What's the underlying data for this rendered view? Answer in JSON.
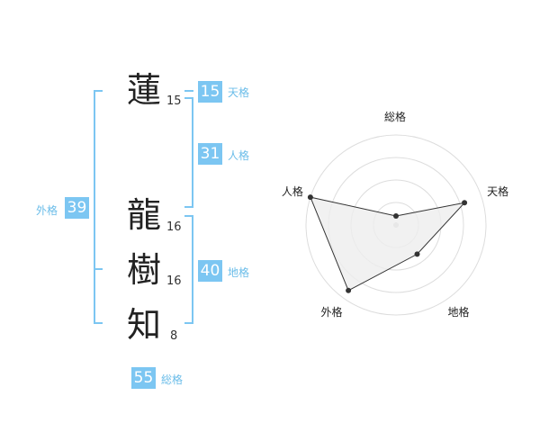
{
  "name": [
    {
      "char": "蓮",
      "strokes": "15"
    },
    {
      "char": "龍",
      "strokes": "16"
    },
    {
      "char": "樹",
      "strokes": "16"
    },
    {
      "char": "知",
      "strokes": "8"
    }
  ],
  "fortunes": {
    "tenkaku": {
      "label": "天格",
      "value": "15"
    },
    "jinkaku": {
      "label": "人格",
      "value": "31"
    },
    "chikaku": {
      "label": "地格",
      "value": "40"
    },
    "gaikaku": {
      "label": "外格",
      "value": "39"
    },
    "soukaku": {
      "label": "総格",
      "value": "55"
    }
  },
  "colors": {
    "accent": "#7cc6f2",
    "accent_text": "#6bbde9",
    "character": "#222222",
    "radar_fill": "#eeeeee",
    "radar_ring": "#dddddd",
    "radar_stroke": "#333333"
  },
  "chart_data": {
    "type": "radar",
    "axes": [
      "総格",
      "天格",
      "地格",
      "外格",
      "人格"
    ],
    "values": [
      0.1,
      0.8,
      0.4,
      0.9,
      1.0
    ],
    "rings": 4
  }
}
